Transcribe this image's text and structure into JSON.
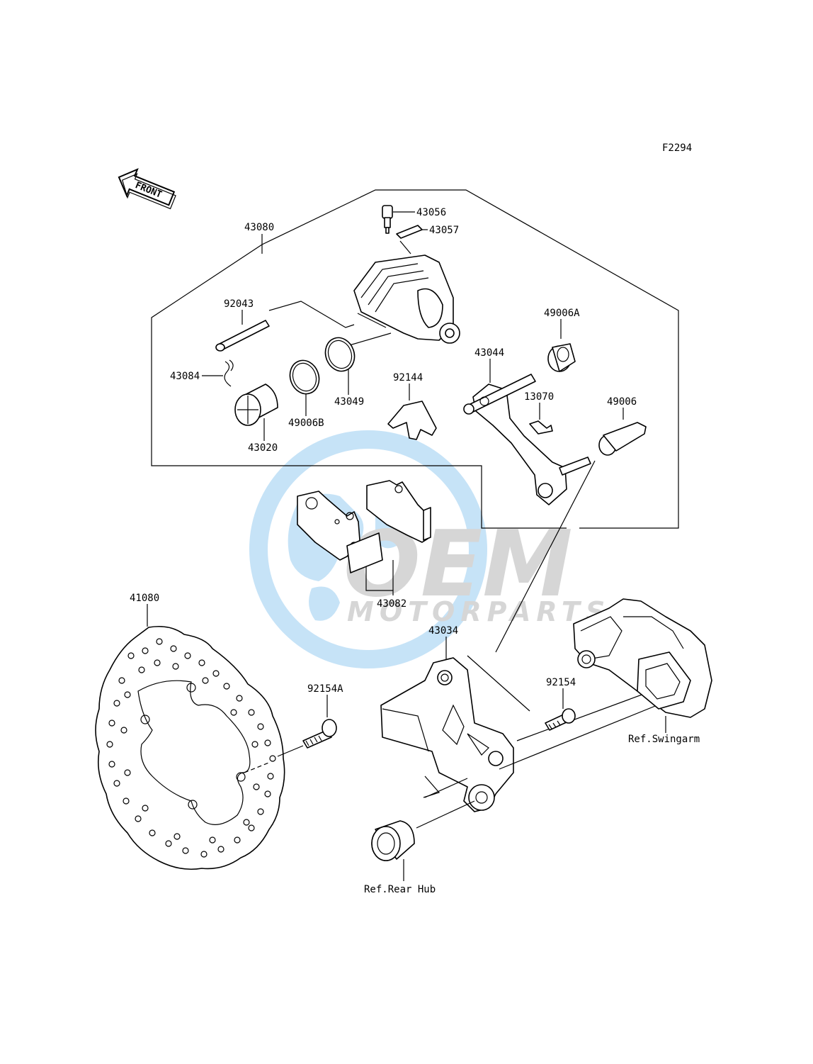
{
  "figure_code": "F2294",
  "front_arrow_label": "FRONT",
  "watermark": {
    "brand": "OEM",
    "sub": "MOTORPARTS",
    "globe_color": "#c6e3f7",
    "text_color": "#d6d6d6"
  },
  "parts": {
    "p43080": "43080",
    "p43056": "43056",
    "p43057": "43057",
    "p92043": "92043",
    "p43084": "43084",
    "p43049": "43049",
    "p49006B": "49006B",
    "p43020": "43020",
    "p92144": "92144",
    "p43044": "43044",
    "p49006A": "49006A",
    "p13070": "13070",
    "p49006": "49006",
    "p43082": "43082",
    "p41080": "41080",
    "p92154A": "92154A",
    "p43034": "43034",
    "p92154": "92154"
  },
  "refs": {
    "swingarm": "Ref.Swingarm",
    "rear_hub": "Ref.Rear Hub"
  }
}
